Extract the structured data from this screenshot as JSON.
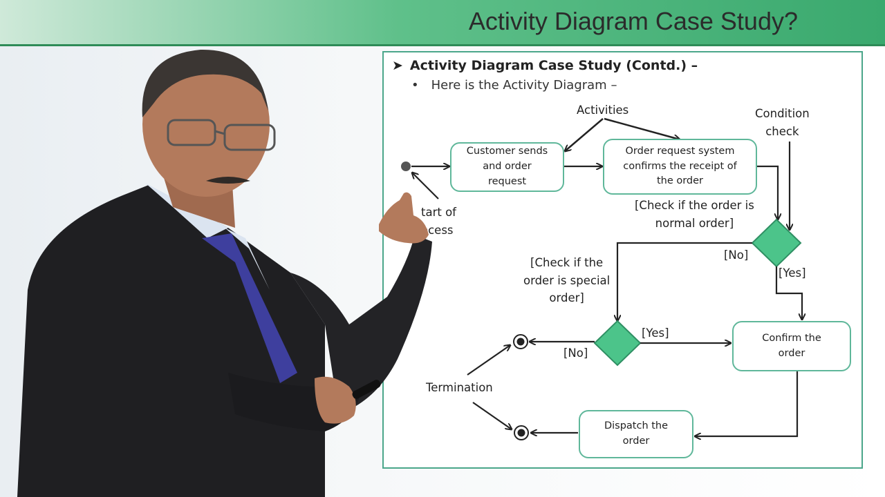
{
  "header": {
    "title": "Activity Diagram Case Study?"
  },
  "slide": {
    "bullet": "Activity Diagram Case Study (Contd.) –",
    "sub_bullet": "Here is the Activity Diagram –"
  },
  "diagram": {
    "nodes": {
      "customer_sends": [
        "Customer sends",
        "and order",
        "request"
      ],
      "order_system": [
        "Order request system",
        "confirms the receipt of",
        "the order"
      ],
      "confirm_order": [
        "Confirm the",
        "order"
      ],
      "dispatch_order": [
        "Dispatch the",
        "order"
      ]
    },
    "labels": {
      "activities": "Activities",
      "condition_check": [
        "Condition",
        "check"
      ],
      "start_of_process": [
        "tart of",
        "ocess"
      ],
      "check_normal": [
        "[Check if  the order is",
        "normal order]"
      ],
      "check_special": [
        "[Check if  the",
        "order is special",
        "order]"
      ],
      "no_1": "[No]",
      "yes_1": "[Yes]",
      "yes_2": "[Yes]",
      "no_2": "[No]",
      "termination": "Termination"
    }
  },
  "colors": {
    "header_green": "#3aa96e",
    "node_border": "#5fb79a",
    "diamond_fill": "#4cc48a",
    "panel_border": "#4aa68a"
  }
}
